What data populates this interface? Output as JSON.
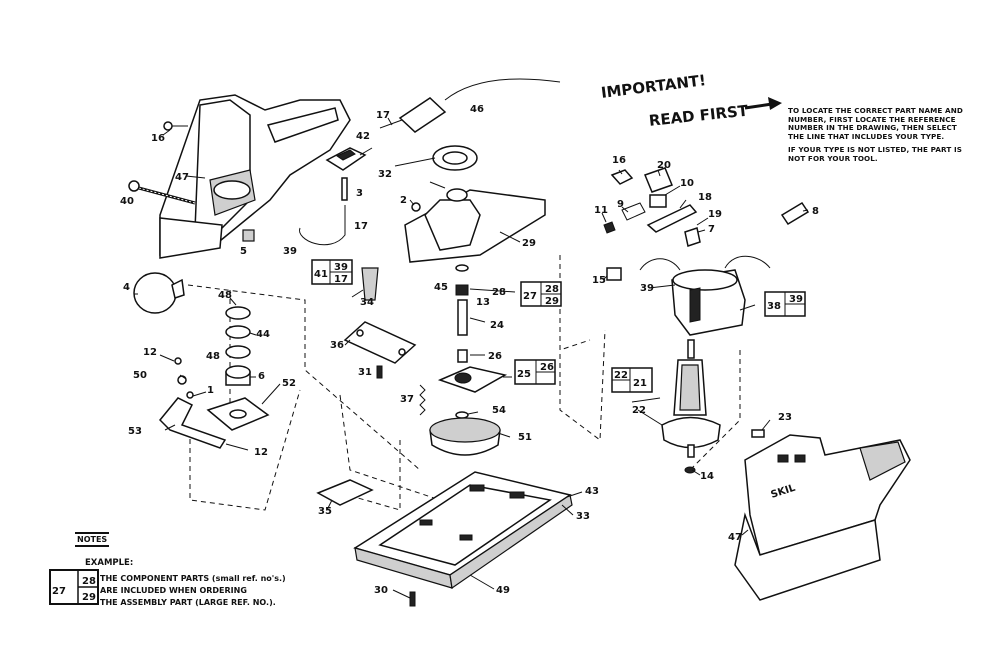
{
  "important": {
    "heading": "IMPORTANT!",
    "read_first": "READ FIRST",
    "instructions": [
      "TO LOCATE THE CORRECT PART NAME AND NUMBER, FIRST LOCATE THE REFERENCE NUMBER IN THE DRAWING, THEN SELECT THE LINE THAT INCLUDES YOUR TYPE.",
      "IF YOUR TYPE IS NOT LISTED, THE PART IS NOT FOR YOUR TOOL."
    ]
  },
  "notes": {
    "title": "NOTES",
    "example_label": "EXAMPLE:",
    "example_box": {
      "big": "27",
      "top": "28",
      "bottom": "29"
    },
    "lines": [
      "THE COMPONENT PARTS (small ref. no's.)",
      "ARE INCLUDED WHEN ORDERING",
      "THE ASSEMBLY PART (LARGE REF. NO.)."
    ]
  },
  "assembly_boxes": [
    {
      "big": "41",
      "top": "39",
      "bottom": "17"
    },
    {
      "big": "27",
      "top": "28",
      "bottom": "29"
    },
    {
      "big": "25",
      "top": "26",
      "bottom": ""
    },
    {
      "big": "21",
      "top": "22",
      "bottom": ""
    },
    {
      "big": "38",
      "top": "39",
      "bottom": ""
    }
  ],
  "part_labels": [
    "16",
    "47",
    "40",
    "4",
    "5",
    "39",
    "3",
    "17",
    "42",
    "17",
    "46",
    "32",
    "2",
    "29",
    "45",
    "28",
    "13",
    "24",
    "34",
    "36",
    "31",
    "26",
    "37",
    "54",
    "51",
    "48",
    "44",
    "48",
    "6",
    "52",
    "12",
    "50",
    "1",
    "53",
    "12",
    "35",
    "30",
    "49",
    "33",
    "43",
    "16",
    "20",
    "10",
    "9",
    "11",
    "18",
    "19",
    "7",
    "8",
    "15",
    "39",
    "22",
    "14",
    "23",
    "47"
  ]
}
